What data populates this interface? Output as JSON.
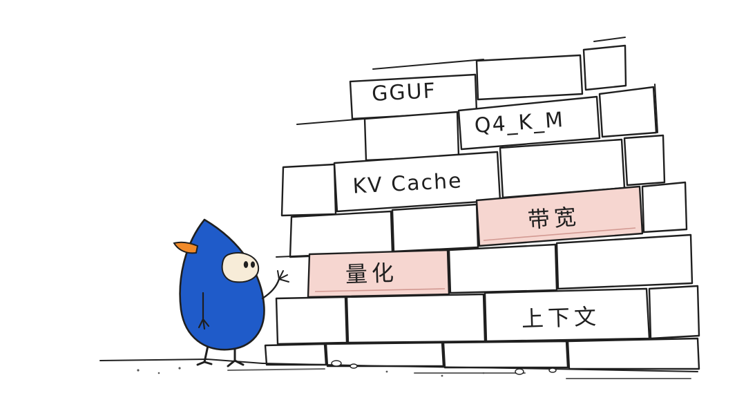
{
  "bricks": {
    "gguf": "GGUF",
    "q4km": "Q4_K_M",
    "kvcache": "KV Cache",
    "bandwidth": "带宽",
    "quantization": "量化",
    "context": "上下文"
  },
  "colors": {
    "highlight_brick": "#f6d6d0",
    "character_body": "#1f5bc9",
    "character_leaf": "#f08a2a",
    "outline": "#1f1f1f"
  }
}
